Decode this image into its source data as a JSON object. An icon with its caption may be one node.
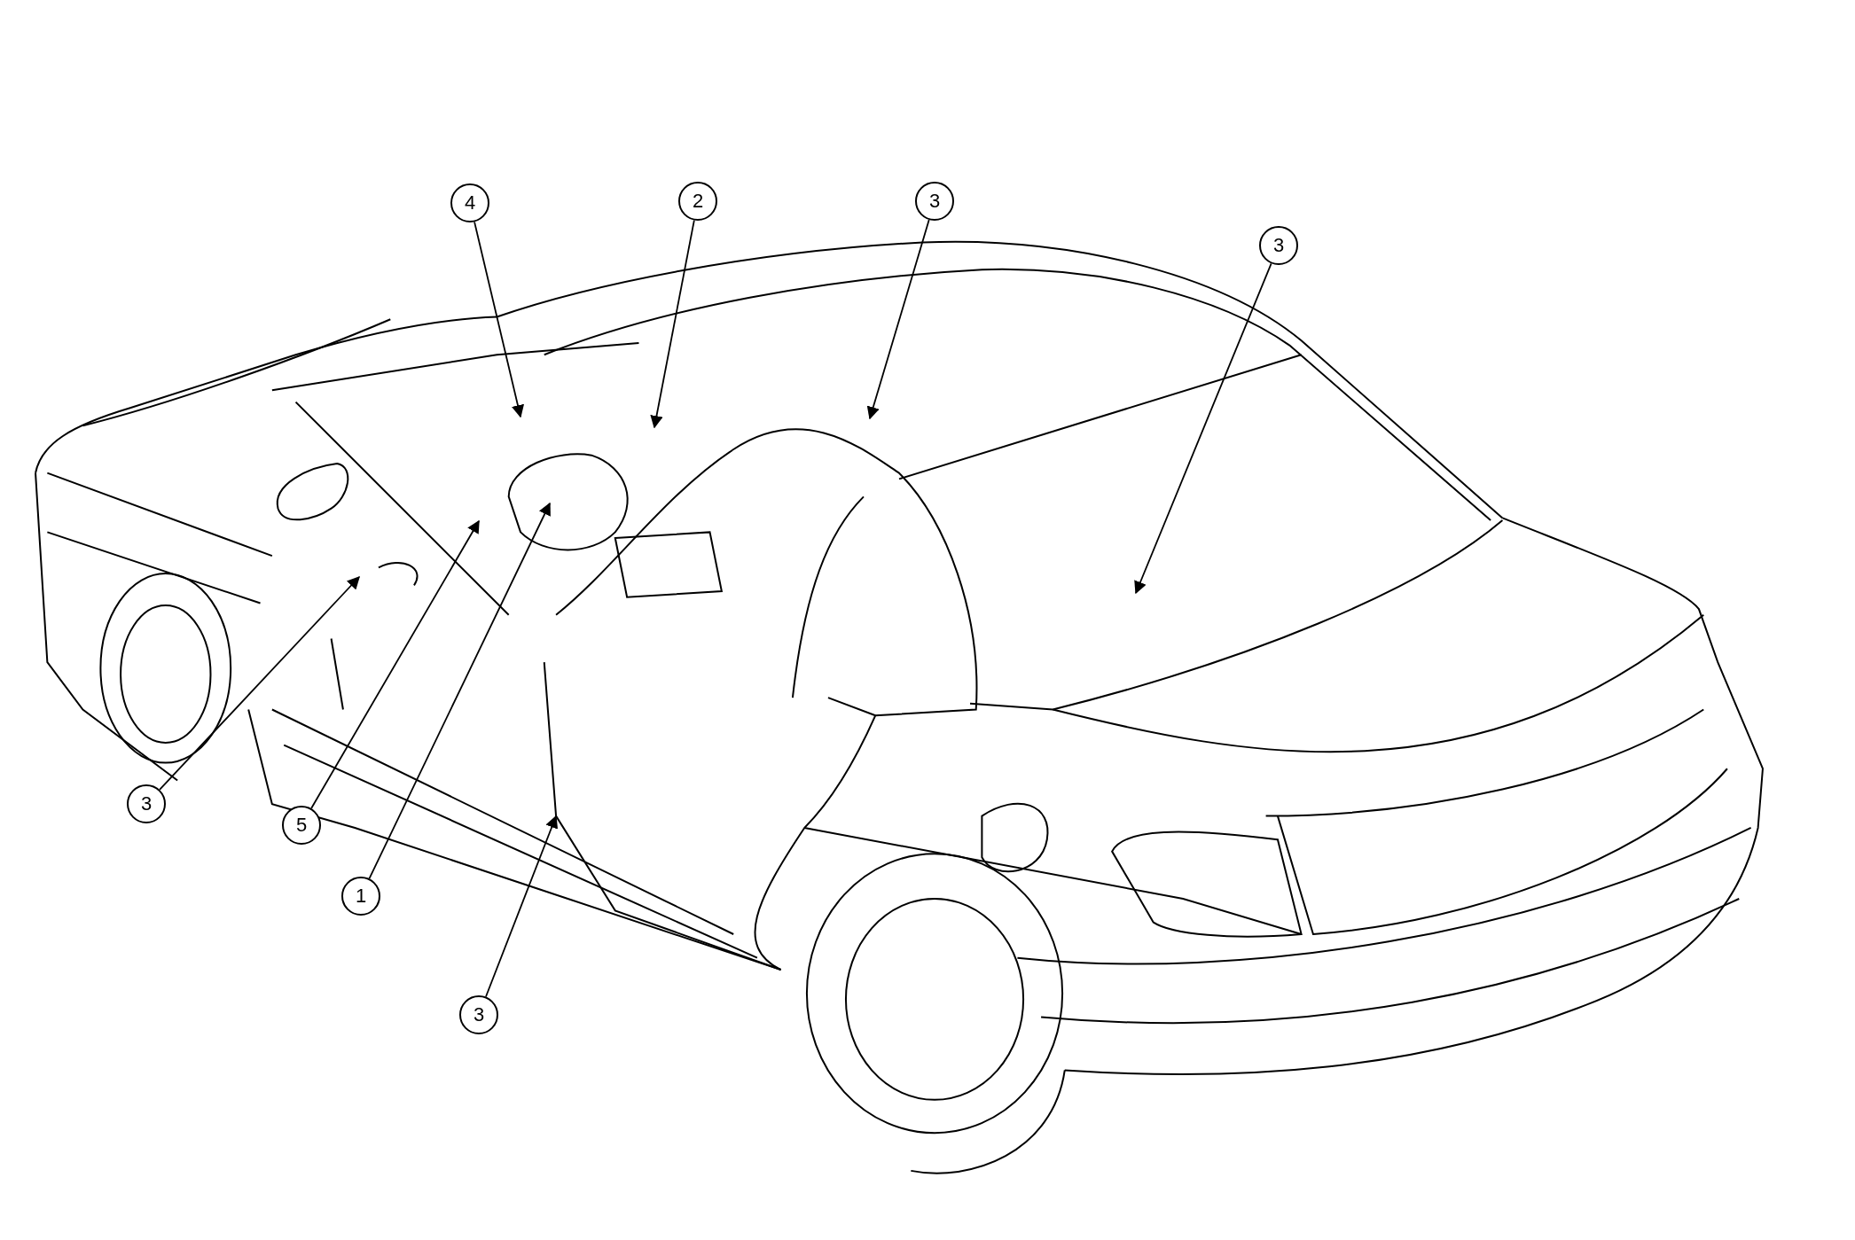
{
  "diagram": {
    "nodes": [
      {
        "text": [
          "4"
        ]
      },
      {
        "text": [
          "2"
        ]
      },
      {
        "text": [
          "3"
        ]
      },
      {
        "text": [
          "3"
        ]
      },
      {
        "text": [
          "3"
        ]
      },
      {
        "text": [
          "5"
        ]
      },
      {
        "text": [
          "1"
        ]
      },
      {
        "text": [
          "3"
        ]
      }
    ],
    "edges": [
      {
        "from": 0,
        "to": null,
        "arrow": "to"
      },
      {
        "from": 1,
        "to": null,
        "arrow": "to"
      },
      {
        "from": 2,
        "to": null,
        "arrow": "to"
      },
      {
        "from": 3,
        "to": null,
        "arrow": "to"
      },
      {
        "from": 4,
        "to": null,
        "arrow": "to"
      },
      {
        "from": 5,
        "to": null,
        "arrow": "to"
      },
      {
        "from": 6,
        "to": null,
        "arrow": "to"
      },
      {
        "from": 7,
        "to": null,
        "arrow": "to"
      }
    ]
  }
}
